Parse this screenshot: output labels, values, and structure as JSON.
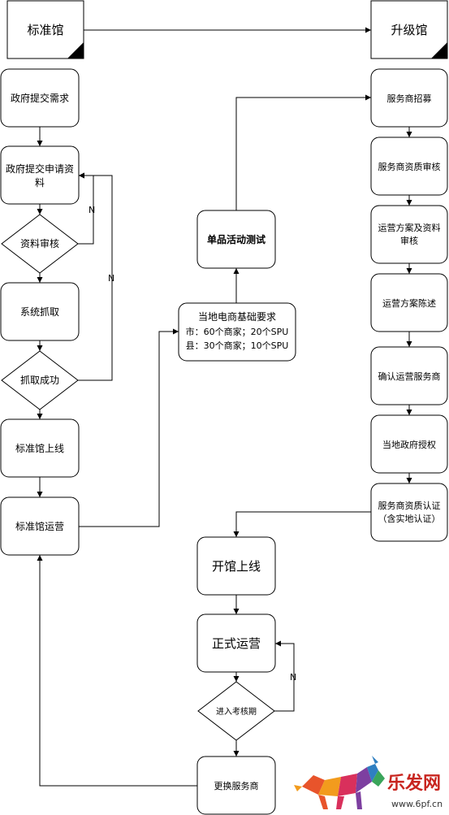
{
  "headers": {
    "standard": "标准馆",
    "upgrade": "升级馆"
  },
  "left_column": {
    "n1": "政府提交需求",
    "n2_line1": "政府提交申请资",
    "n2_line2": "料",
    "d1": "资料审核",
    "n3": "系统抓取",
    "d2": "抓取成功",
    "n4": "标准馆上线",
    "n5": "标准馆运营"
  },
  "middle_column": {
    "req_title": "当地电商基础要求",
    "req_line1": "市：60个商家；20个SPU",
    "req_line2": "县：30个商家；10个SPU",
    "test": "单品活动测试"
  },
  "right_column": {
    "r1": "服务商招募",
    "r2": "服务商资质审核",
    "r3_line1": "运营方案及资料",
    "r3_line2": "审核",
    "r4": "运营方案陈述",
    "r5": "确认运营服务商",
    "r6": "当地政府授权",
    "r7_line1": "服务商资质认证",
    "r7_line2": "（含实地认证）"
  },
  "bottom": {
    "open": "开馆上线",
    "operate": "正式运营",
    "assess": "进入考核期",
    "replace": "更换服务商"
  },
  "edge_labels": {
    "n_a": "N",
    "n_b": "N",
    "n_c": "N"
  },
  "watermark": {
    "brand": "乐发网",
    "url": "www.6pf.cn"
  }
}
